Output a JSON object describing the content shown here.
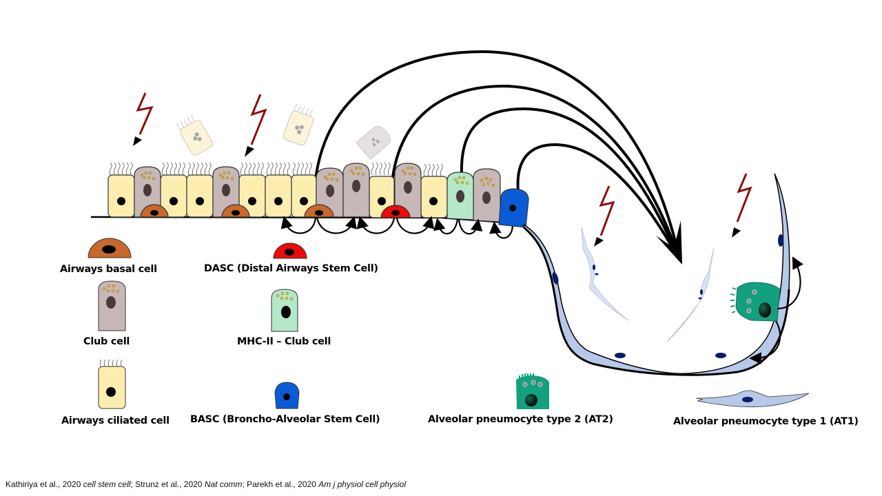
{
  "legend": {
    "basal": "Airways basal cell",
    "club": "Club cell",
    "ciliated": "Airways ciliated  cell",
    "dasc": "DASC (Distal Airways Stem Cell)",
    "mhc": "MHC-II – Club cell",
    "basc": "BASC (Broncho-Alveolar Stem Cell)",
    "at2": "Alveolar pneumocyte type 2 (AT2)",
    "at1": "Alveolar pneumocyte type 1 (AT1)"
  },
  "citation": {
    "a_authors": "Kathiriya et al., 2020 ",
    "a_journal": "cell stem cell",
    "a_sep": ";  Strunz et al., 2020  ",
    "b_journal": "Nat comm",
    "b_sep": "; Parekh et al., 2020  ",
    "c_journal": "Am j physiol cell physiol"
  },
  "colors": {
    "ciliated": "#fdeeb0",
    "club": "#c7b8b8",
    "basal": "#c8682e",
    "dasc": "#ee0a0a",
    "mhc": "#b4e8c8",
    "basc": "#0a5cd6",
    "at1": "#b8c8e8",
    "at2": "#13a07e",
    "injury": "#8b0f0f"
  }
}
